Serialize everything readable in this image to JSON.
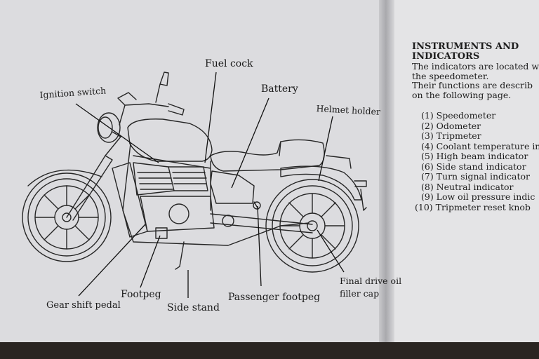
{
  "diagram": {
    "labels": {
      "fuel_cock": "Fuel cock",
      "battery": "Battery",
      "ignition_switch": "Ignition switch",
      "helmet_holder": "Helmet holder",
      "final_drive_1": "Final drive oil",
      "final_drive_2": "filler cap",
      "passenger_footpeg": "Passenger footpeg",
      "footpeg": "Footpeg",
      "side_stand": "Side stand",
      "gear_shift_pedal": "Gear shift pedal"
    }
  },
  "right_page": {
    "title": "INSTRUMENTS AND\nINDICATORS",
    "intro": [
      "The indicators are located wi",
      "the speedometer.",
      "Their functions are describ",
      "on the following page."
    ],
    "indicators": [
      "(1) Speedometer",
      "(2) Odometer",
      "(3) Tripmeter",
      "(4) Coolant temperature in",
      "(5) High beam indicator",
      "(6) Side stand indicator",
      "(7) Turn signal indicator",
      "(8) Neutral indicator",
      "(9) Low oil pressure indic",
      "(10) Tripmeter reset knob"
    ]
  }
}
